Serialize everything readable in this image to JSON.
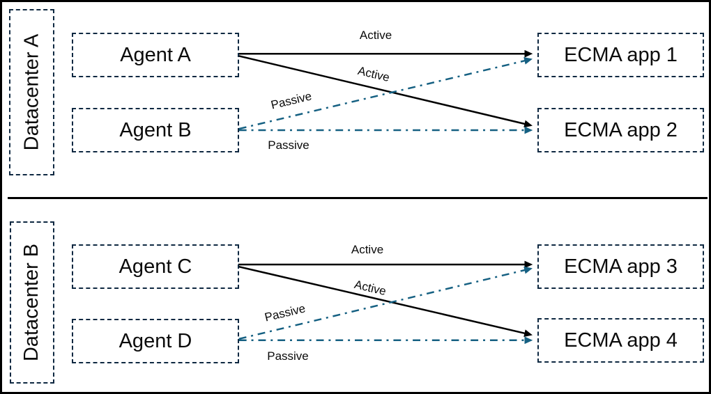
{
  "colors": {
    "active_line": "#000000",
    "passive_line": "#156082",
    "box_border": "#0e2841",
    "background": "#ffffff"
  },
  "sections": [
    {
      "datacenter_label": "Datacenter A",
      "agents": [
        {
          "label": "Agent A"
        },
        {
          "label": "Agent B"
        }
      ],
      "apps": [
        {
          "label": "ECMA app 1"
        },
        {
          "label": "ECMA app 2"
        }
      ],
      "connections": [
        {
          "from": "Agent A",
          "to": "ECMA app 1",
          "type": "active",
          "label": "Active",
          "line_style": "solid"
        },
        {
          "from": "Agent A",
          "to": "ECMA app 2",
          "type": "active",
          "label": "Active",
          "line_style": "solid"
        },
        {
          "from": "Agent B",
          "to": "ECMA app 1",
          "type": "passive",
          "label": "Passive",
          "line_style": "dash-dot"
        },
        {
          "from": "Agent B",
          "to": "ECMA app 2",
          "type": "passive",
          "label": "Passive",
          "line_style": "dash-dot"
        }
      ]
    },
    {
      "datacenter_label": "Datacenter B",
      "agents": [
        {
          "label": "Agent C"
        },
        {
          "label": "Agent D"
        }
      ],
      "apps": [
        {
          "label": "ECMA app 3"
        },
        {
          "label": "ECMA app 4"
        }
      ],
      "connections": [
        {
          "from": "Agent C",
          "to": "ECMA app 3",
          "type": "active",
          "label": "Active",
          "line_style": "solid"
        },
        {
          "from": "Agent C",
          "to": "ECMA app 4",
          "type": "active",
          "label": "Active",
          "line_style": "solid"
        },
        {
          "from": "Agent D",
          "to": "ECMA app 3",
          "type": "passive",
          "label": "Passive",
          "line_style": "dash-dot"
        },
        {
          "from": "Agent D",
          "to": "ECMA app 4",
          "type": "passive",
          "label": "Passive",
          "line_style": "dash-dot"
        }
      ]
    }
  ]
}
